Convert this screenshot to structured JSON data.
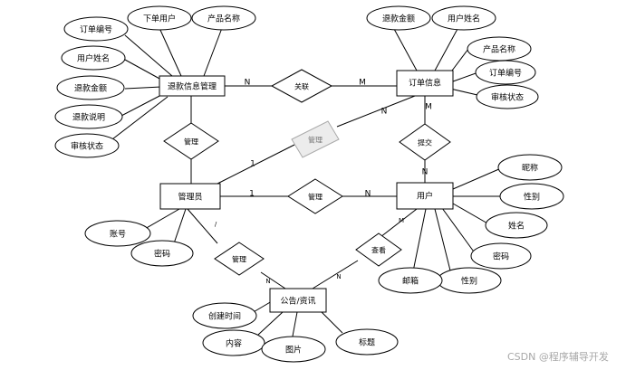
{
  "entities": {
    "refund_info": "退款信息管理",
    "order_info": "订单信息",
    "admin": "管理员",
    "user": "用户",
    "notice": "公告/资讯"
  },
  "relationships": {
    "association": "关联",
    "manage_refund": "管理",
    "manage_order": "管理",
    "submit": "提交",
    "manage_user": "管理",
    "manage_notice": "管理",
    "view": "查看"
  },
  "attributes": {
    "refund_info": [
      "订单编号",
      "下单用户",
      "产品名称",
      "用户姓名",
      "退款金额",
      "退款说明",
      "审核状态"
    ],
    "order_info": [
      "退款金额",
      "用户姓名",
      "产品名称",
      "订单编号",
      "审核状态"
    ],
    "admin": [
      "账号",
      "密码"
    ],
    "user": [
      "昵称",
      "性别",
      "姓名",
      "密码",
      "性别",
      "邮箱"
    ],
    "notice": [
      "创建时间",
      "内容",
      "图片",
      "标题"
    ]
  },
  "cardinalities": {
    "refund_assoc": "N",
    "assoc_order": "M",
    "admin_ghost": "1",
    "ghost_order": "N",
    "order_submit": "M",
    "submit_user": "N",
    "admin_manage_user": "1",
    "manage_user_user": "N",
    "admin_manage_notice": "/",
    "manage_notice_notice": "N",
    "notice_view": "N",
    "view_user": "M"
  },
  "watermark": "CSDN @程序辅导开发"
}
